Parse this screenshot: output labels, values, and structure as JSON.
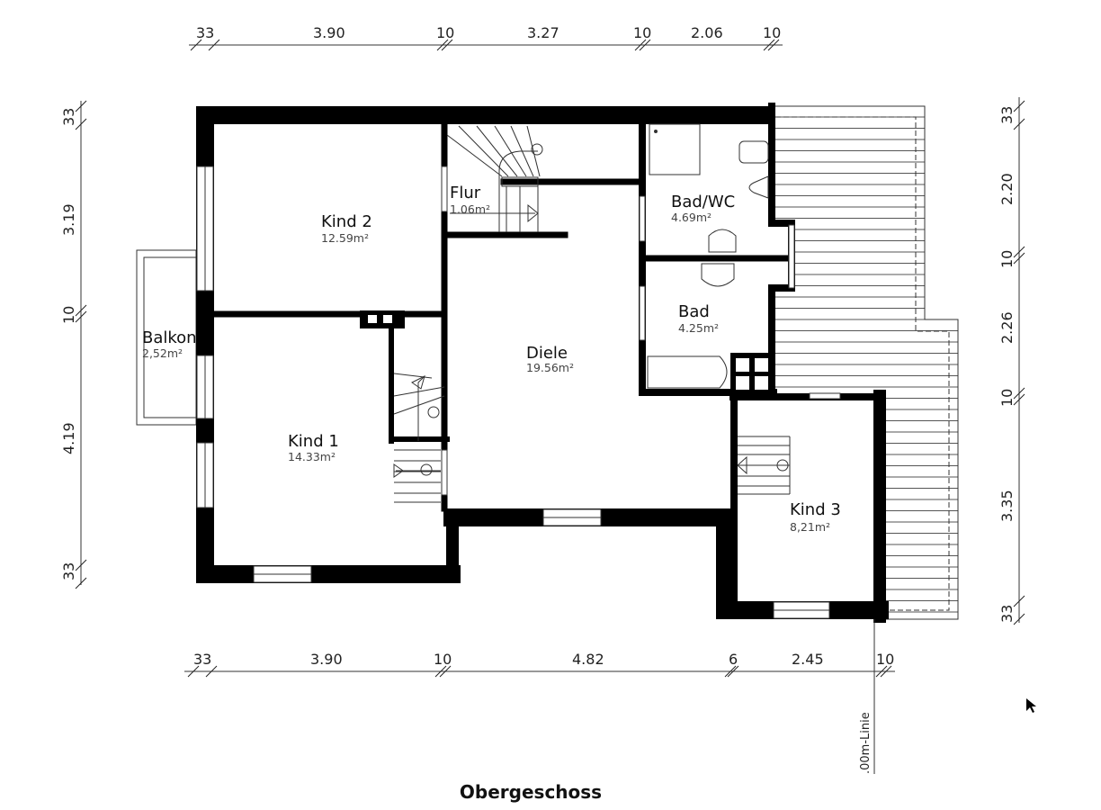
{
  "caption": "Obergeschoss",
  "dimensions": {
    "top": [
      "33",
      "3.90",
      "10",
      "3.27",
      "10",
      "2.06",
      "10"
    ],
    "bottom": [
      "33",
      "3.90",
      "10",
      "4.82",
      "6",
      "2.45",
      "10"
    ],
    "left": [
      "33",
      "3.19",
      "10",
      "4.19",
      "33"
    ],
    "right": [
      "33",
      "2.20",
      "10",
      "2.26",
      "10",
      "3.35",
      "33"
    ]
  },
  "rooms": [
    {
      "name": "Kind 2",
      "area": "12.59m²"
    },
    {
      "name": "Flur",
      "area": "1.06m²"
    },
    {
      "name": "Bad/WC",
      "area": "4.69m²"
    },
    {
      "name": "Bad",
      "area": "4.25m²"
    },
    {
      "name": "Diele",
      "area": "19.56m²"
    },
    {
      "name": "Balkon",
      "area": "2,52m²"
    },
    {
      "name": "Kind 1",
      "area": "14.33m²"
    },
    {
      "name": "Kind 3",
      "area": "8,21m²"
    }
  ],
  "reference_line": ".00m-Linie",
  "colors": {
    "wall": "#000000",
    "line": "#333333"
  }
}
